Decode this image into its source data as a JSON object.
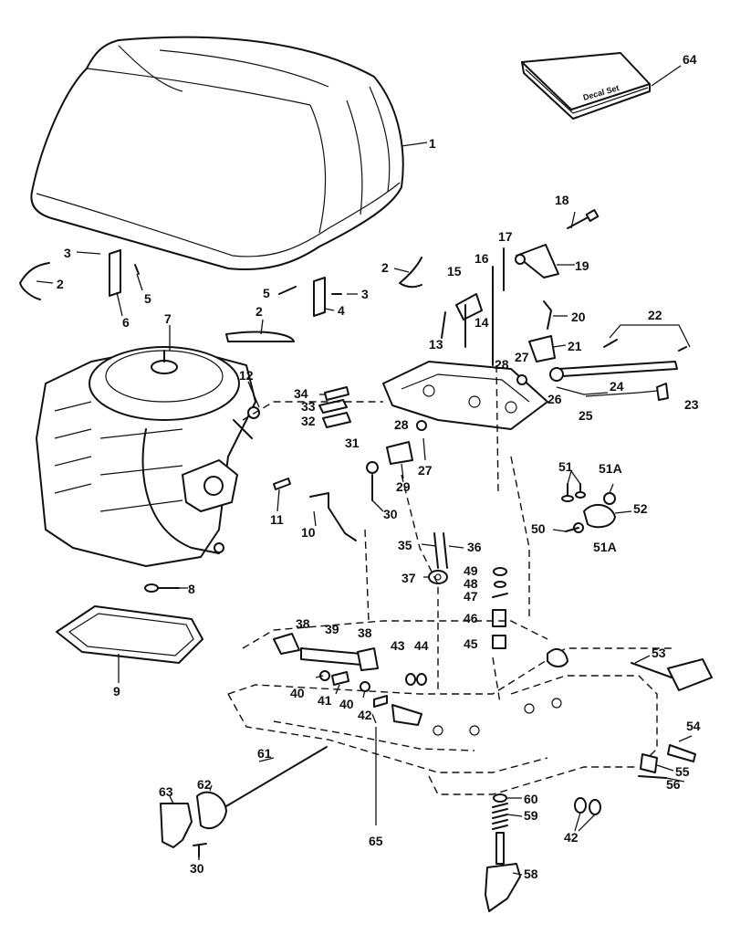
{
  "decal_text": "Decal Set",
  "labels": {
    "l64": "64",
    "l1": "1",
    "l18": "18",
    "l17": "17",
    "l16": "16",
    "l19": "19",
    "l3a": "3",
    "l2a": "2",
    "l5a": "5",
    "l6": "6",
    "l2b": "2",
    "l5b": "5",
    "l3b": "3",
    "l4": "4",
    "l2c": "2",
    "l15": "15",
    "l14": "14",
    "l13": "13",
    "l20": "20",
    "l22": "22",
    "l27a": "27",
    "l21": "21",
    "l28a": "28",
    "l24": "24",
    "l26": "26",
    "l23": "23",
    "l25": "25",
    "l7": "7",
    "l12": "12",
    "l34": "34",
    "l33": "33",
    "l32": "32",
    "l28b": "28",
    "l31": "31",
    "l27b": "27",
    "l29": "29",
    "l30a": "30",
    "l11": "11",
    "l10": "10",
    "l51": "51",
    "l51a1": "51A",
    "l52": "52",
    "l50": "50",
    "l51a2": "51A",
    "l35": "35",
    "l36": "36",
    "l49": "49",
    "l37": "37",
    "l48": "48",
    "l47": "47",
    "l46": "46",
    "l45": "45",
    "l8": "8",
    "l9": "9",
    "l38a": "38",
    "l39": "39",
    "l38b": "38",
    "l43": "43",
    "l44": "44",
    "l40a": "40",
    "l41": "41",
    "l40b": "40",
    "l42a": "42",
    "l53": "53",
    "l54": "54",
    "l55": "55",
    "l56": "56",
    "l61": "61",
    "l62": "62",
    "l63": "63",
    "l30b": "30",
    "l65": "65",
    "l60": "60",
    "l59": "59",
    "l42b": "42",
    "l58": "58"
  }
}
